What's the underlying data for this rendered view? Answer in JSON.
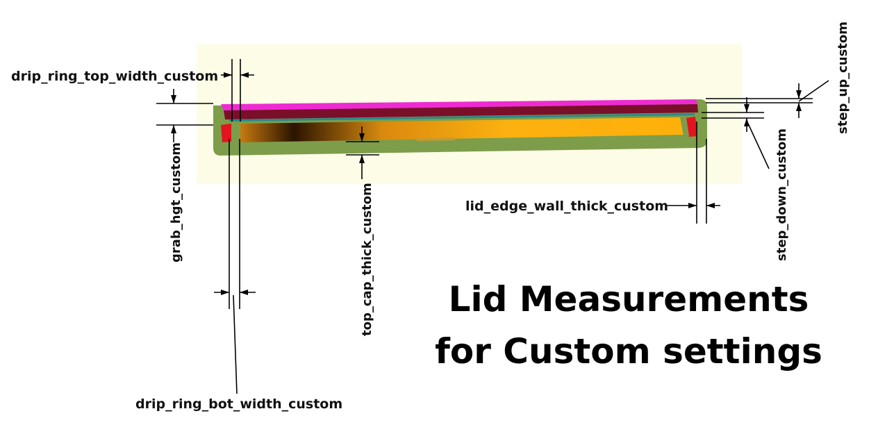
{
  "title": {
    "line1": "Lid Measurements",
    "line2": "for Custom settings"
  },
  "labels": {
    "drip_ring_top_width": "drip_ring_top_width_custom",
    "grab_hgt": "grab_hgt_custom",
    "top_cap_thick": "top_cap_thick_custom",
    "lid_edge_wall_thick": "lid_edge_wall_thick_custom",
    "step_up": "step_up_custom",
    "step_down": "step_down_custom",
    "drip_ring_bot_width": "drip_ring_bot_width_custom"
  },
  "colors": {
    "background_panel": "#fdfce6",
    "lid_body": "#7d9d4a",
    "lid_top_magenta": "#ee2bd2",
    "lid_inner_dark": "#7a0f2a",
    "drip_ring_red": "#e3141e",
    "cavity_orange": "#fbb10f",
    "cavity_dark": "#2a1400",
    "teal_edge": "#2a8a8a"
  }
}
